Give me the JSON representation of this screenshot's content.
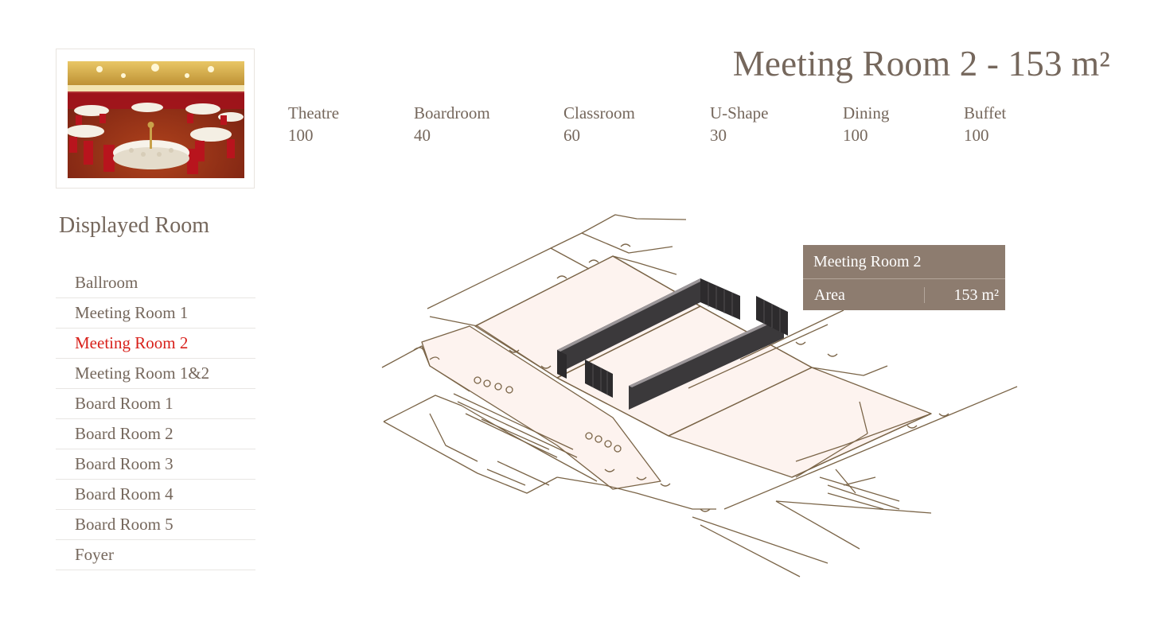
{
  "title": "Meeting Room 2 - 153 m²",
  "capacities": [
    {
      "label": "Theatre",
      "value": "100"
    },
    {
      "label": "Boardroom",
      "value": "40"
    },
    {
      "label": "Classroom",
      "value": "60"
    },
    {
      "label": "U-Shape",
      "value": "30"
    },
    {
      "label": "Dining",
      "value": "100"
    },
    {
      "label": "Buffet",
      "value": "100"
    }
  ],
  "sidebar": {
    "heading": "Displayed Room",
    "rooms": [
      "Ballroom",
      "Meeting Room 1",
      "Meeting Room 2",
      "Meeting Room 1&2",
      "Board Room 1",
      "Board Room 2",
      "Board Room 3",
      "Board Room 4",
      "Board Room 5",
      "Foyer"
    ],
    "active_room": "Meeting Room 2"
  },
  "tooltip": {
    "title": "Meeting Room 2",
    "key": "Area",
    "value": "153 m²"
  },
  "colors": {
    "text": "#75675c",
    "active": "#d8211b",
    "tooltip_bg": "#8d7c6f",
    "floor_fill": "#fdf3ef",
    "walls": "#7a6447",
    "highlight": "#3b393b"
  },
  "icons": {
    "room_photo": "banquet-hall-photo"
  }
}
